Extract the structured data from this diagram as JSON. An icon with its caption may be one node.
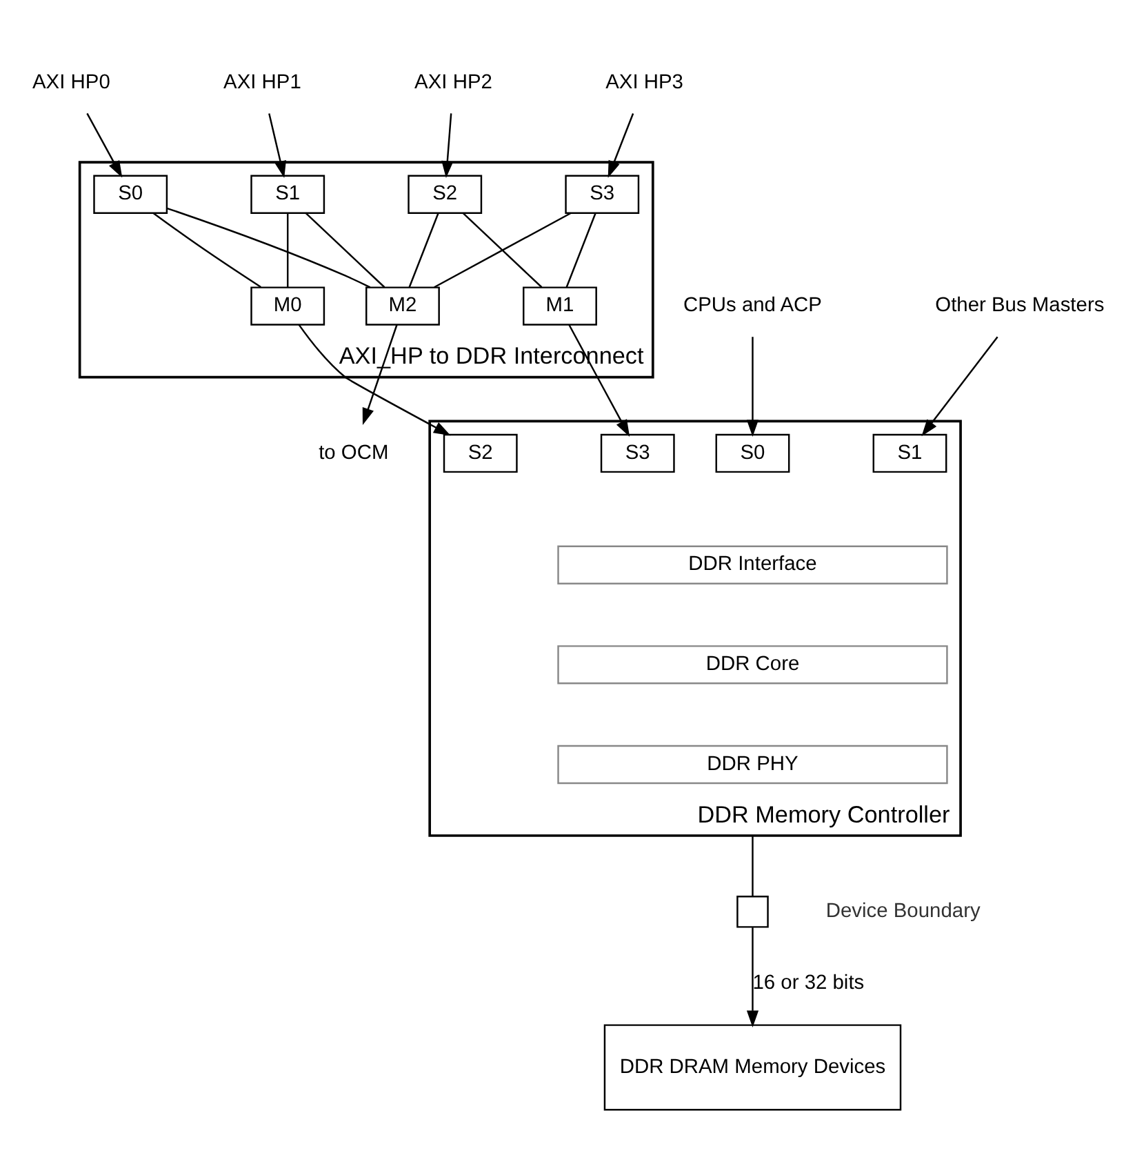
{
  "diagram": {
    "nodes": [
      {
        "text": [
          "AXI HP0"
        ]
      },
      {
        "text": [
          "AXI HP1"
        ]
      },
      {
        "text": [
          "AXI HP2"
        ]
      },
      {
        "text": [
          "AXI HP3"
        ]
      },
      {
        "text": [
          "AXI_HP to DDR Interconnect"
        ]
      },
      {
        "text": [
          "S0"
        ],
        "in": 4
      },
      {
        "text": [
          "S1"
        ],
        "in": 4
      },
      {
        "text": [
          "S2"
        ],
        "in": 4
      },
      {
        "text": [
          "S3"
        ],
        "in": 4
      },
      {
        "text": [
          "M0"
        ],
        "in": 4
      },
      {
        "text": [
          "M1"
        ],
        "in": 4
      },
      {
        "text": [
          "M2"
        ],
        "in": 4
      },
      {
        "text": [
          "CPUs and ACP"
        ]
      },
      {
        "text": [
          "Other Bus Masters"
        ]
      },
      {
        "text": [
          "DDR Memory Controller"
        ]
      },
      {
        "text": [
          "S0"
        ],
        "in": 14
      },
      {
        "text": [
          "S1"
        ],
        "in": 14
      },
      {
        "text": [
          "S2"
        ],
        "in": 14
      },
      {
        "text": [
          "S3"
        ],
        "in": 14
      },
      {
        "text": [
          "DDR Interface"
        ],
        "in": 14
      },
      {
        "text": [
          "DDR Core"
        ],
        "in": 14
      },
      {
        "text": [
          "DDR PHY"
        ],
        "in": 14
      },
      {
        "text": [
          "to OCM"
        ]
      },
      {
        "text": [],
        "shape": "box"
      },
      {
        "text": [
          "DDR DRAM Memory Devices"
        ]
      }
    ],
    "edges": [
      {
        "from": 0,
        "to": 5,
        "arrow": "to"
      },
      {
        "from": 1,
        "to": 6,
        "arrow": "to"
      },
      {
        "from": 2,
        "to": 7,
        "arrow": "to"
      },
      {
        "from": 3,
        "to": 8,
        "arrow": "to"
      },
      {
        "from": 5,
        "to": 9,
        "arrow": "none"
      },
      {
        "from": 5,
        "to": 11,
        "arrow": "none"
      },
      {
        "from": 6,
        "to": 9,
        "arrow": "none"
      },
      {
        "from": 6,
        "to": 11,
        "arrow": "none"
      },
      {
        "from": 7,
        "to": 10,
        "arrow": "none"
      },
      {
        "from": 7,
        "to": 11,
        "arrow": "none"
      },
      {
        "from": 8,
        "to": 10,
        "arrow": "none"
      },
      {
        "from": 8,
        "to": 11,
        "arrow": "none"
      },
      {
        "from": 12,
        "to": 15,
        "arrow": "to"
      },
      {
        "from": 13,
        "to": 16,
        "arrow": "to"
      },
      {
        "from": 9,
        "to": 17,
        "arrow": "to"
      },
      {
        "from": 10,
        "to": 18,
        "arrow": "to"
      },
      {
        "from": 11,
        "to": 22,
        "arrow": "to"
      },
      {
        "from": 14,
        "to": 23,
        "arrow": "none"
      },
      {
        "from": 23,
        "to": 24,
        "arrow": "to",
        "label": "16 or 32 bits"
      }
    ],
    "labels": [
      "Device Boundary"
    ]
  }
}
